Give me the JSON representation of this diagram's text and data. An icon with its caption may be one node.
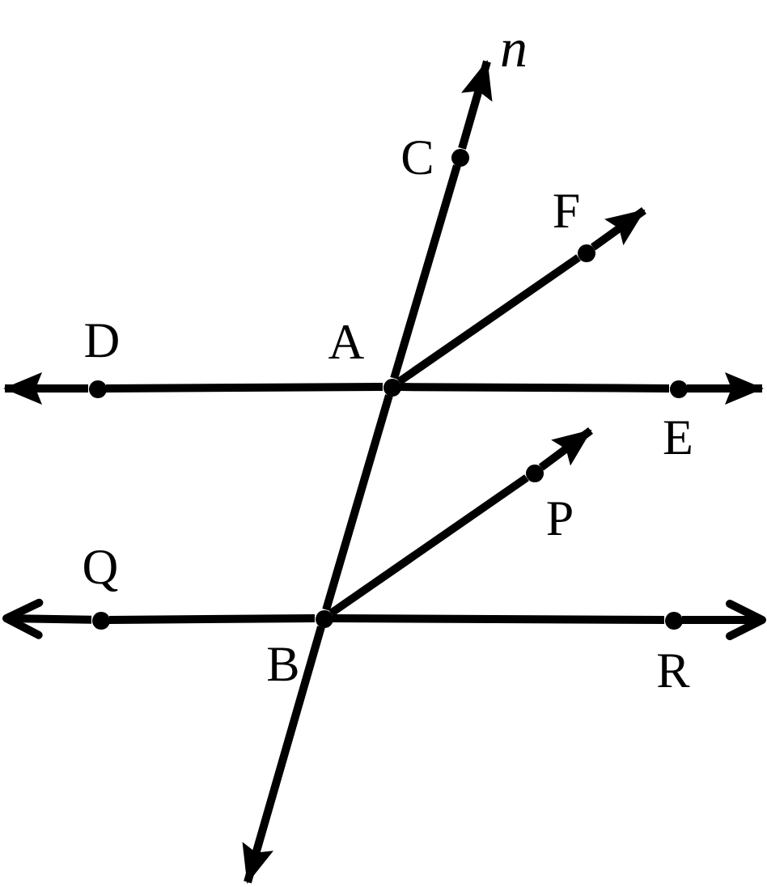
{
  "diagram": {
    "nodes": [
      {
        "text": [
          "C"
        ]
      },
      {
        "text": [
          "F"
        ]
      },
      {
        "text": [
          "D"
        ]
      },
      {
        "text": [
          "A"
        ]
      },
      {
        "text": [
          "E"
        ]
      },
      {
        "text": [
          "P"
        ]
      },
      {
        "text": [
          "Q"
        ]
      },
      {
        "text": [
          "B"
        ]
      },
      {
        "text": [
          "R"
        ]
      },
      {
        "text": [
          "n"
        ]
      }
    ],
    "edges": [
      {
        "from": 0,
        "to": 9,
        "arrow": "to"
      },
      {
        "from": 3,
        "to": 0,
        "arrow": "none"
      },
      {
        "from": 1,
        "to": null,
        "arrow": "to"
      },
      {
        "from": 3,
        "to": 1,
        "arrow": "none"
      },
      {
        "from": 2,
        "to": null,
        "arrow": "to"
      },
      {
        "from": 2,
        "to": 3,
        "arrow": "none"
      },
      {
        "from": 3,
        "to": 4,
        "arrow": "none"
      },
      {
        "from": 4,
        "to": null,
        "arrow": "to"
      },
      {
        "from": 7,
        "to": 3,
        "arrow": "none"
      },
      {
        "from": 5,
        "to": null,
        "arrow": "to"
      },
      {
        "from": 7,
        "to": 5,
        "arrow": "none"
      },
      {
        "from": 6,
        "to": null,
        "arrow": "to"
      },
      {
        "from": 6,
        "to": 7,
        "arrow": "none"
      },
      {
        "from": 7,
        "to": 8,
        "arrow": "none"
      },
      {
        "from": 8,
        "to": null,
        "arrow": "to"
      },
      {
        "from": 7,
        "to": null,
        "arrow": "to"
      }
    ]
  }
}
